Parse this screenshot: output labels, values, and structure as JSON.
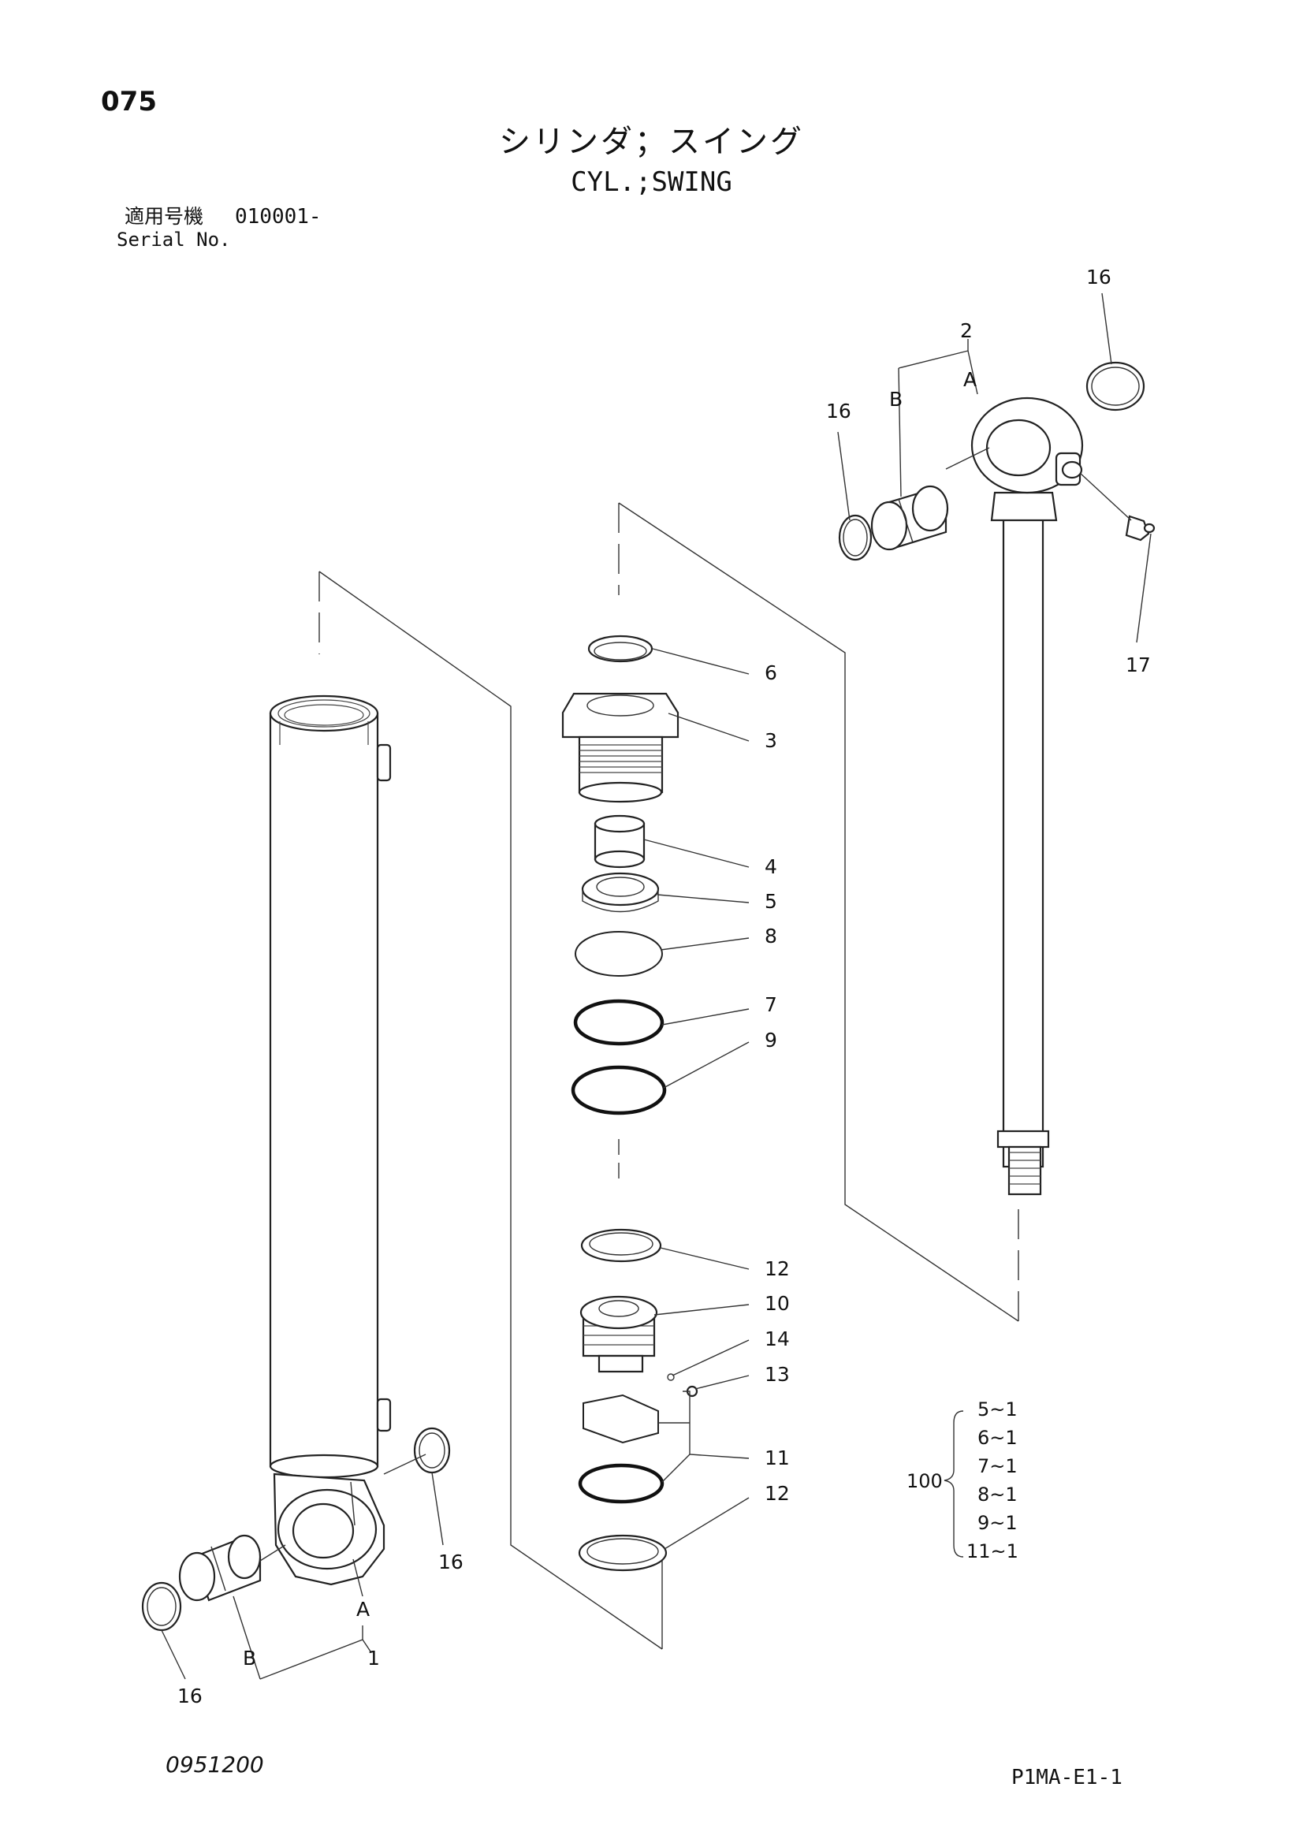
{
  "header": {
    "page_number": "075",
    "title_ja": "シリンダ；スイング",
    "title_en": "CYL.;SWING",
    "serial_label_ja": "適用号機",
    "serial_range": "010001-",
    "serial_label_en": "Serial No."
  },
  "callouts": {
    "p1": "1",
    "p2": "2",
    "p3": "3",
    "p4": "4",
    "p5": "5",
    "p6": "6",
    "p7": "7",
    "p8": "8",
    "p9": "9",
    "p10": "10",
    "p11": "11",
    "p12a": "12",
    "p12b": "12",
    "p13": "13",
    "p14": "14",
    "p16_tr": "16",
    "p16_ml": "16",
    "p16_cyl": "16",
    "p16_bl": "16",
    "p17": "17",
    "rod_A": "A",
    "rod_B": "B",
    "cyl_A": "A",
    "cyl_B": "B"
  },
  "kit": {
    "number": "100",
    "items": [
      "5~1",
      "6~1",
      "7~1",
      "8~1",
      "9~1",
      "11~1"
    ]
  },
  "footer": {
    "drawing_number": "0951200",
    "sheet_code": "P1MA-E1-1"
  }
}
